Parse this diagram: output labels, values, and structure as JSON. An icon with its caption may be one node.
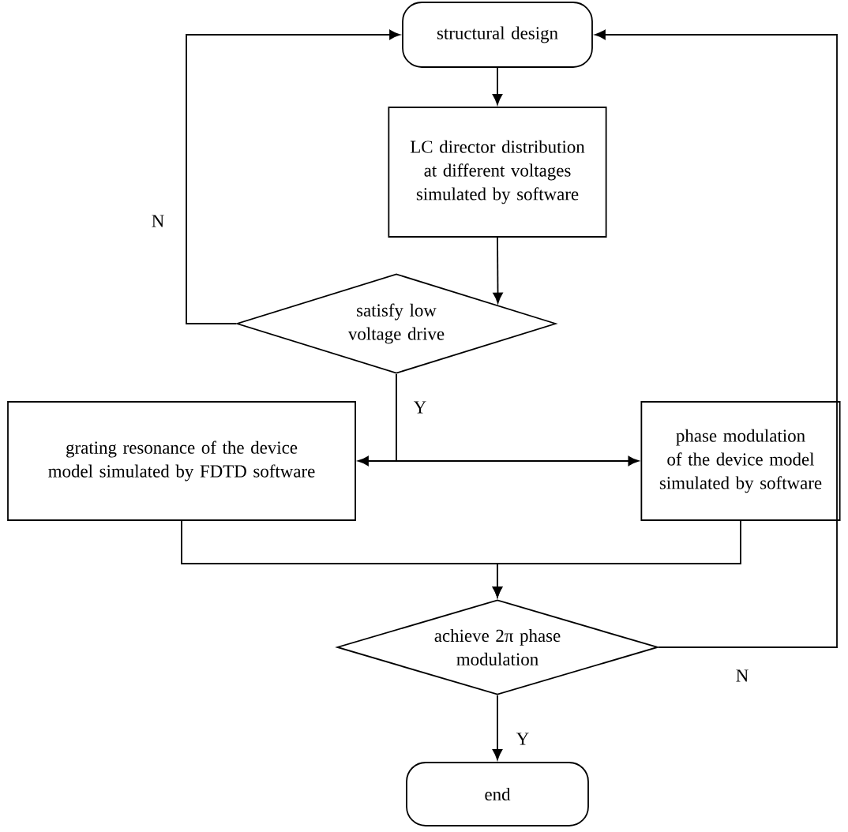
{
  "diagram": {
    "nodes": [
      {
        "text": [
          "structural design"
        ]
      },
      {
        "text": [
          "LC director distribution at different voltages simulated by software"
        ]
      },
      {
        "text": [
          "satisfy low voltage drive"
        ]
      },
      {
        "text": [
          "grating resonance of the device model simulated by FDTD software"
        ]
      },
      {
        "text": [
          "phase modulation of the device model simulated by software"
        ]
      },
      {
        "text": [
          "achieve 2π phase modulation"
        ]
      },
      {
        "text": [
          "end"
        ]
      }
    ],
    "edges": [
      {
        "from": 0,
        "to": 1,
        "arrow": "to"
      },
      {
        "from": 1,
        "to": 2,
        "arrow": "to"
      },
      {
        "from": 2,
        "to": 3,
        "arrow": "to",
        "label": "Y"
      },
      {
        "from": 2,
        "to": 4,
        "arrow": "to"
      },
      {
        "from": 3,
        "to": 5,
        "arrow": "to"
      },
      {
        "from": 4,
        "to": 5,
        "arrow": "to"
      },
      {
        "from": 5,
        "to": 0,
        "arrow": "to",
        "label": "N"
      },
      {
        "from": 2,
        "to": 0,
        "arrow": "to",
        "label": "N"
      },
      {
        "from": 5,
        "to": 6,
        "arrow": "to",
        "label": "Y"
      }
    ]
  }
}
